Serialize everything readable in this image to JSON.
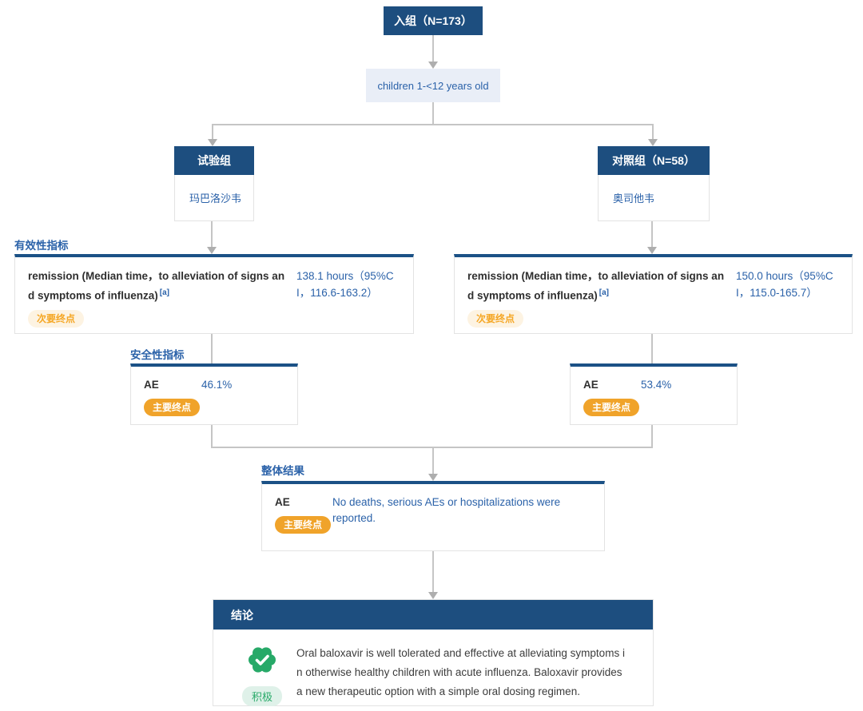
{
  "palette": {
    "navy": "#1d4e7f",
    "bar_blue": "#1b5186",
    "blue_text": "#2b62a9",
    "population_bg": "#e9eef7",
    "orange": "#f0a32a",
    "orange_soft_bg": "#fdf3e2",
    "orange_soft_text": "#f5a623",
    "green": "#27a968",
    "green_soft_bg": "#dff1e9",
    "connector_gray": "#c5c5c5"
  },
  "enrollment": {
    "label": "入组（N=173）"
  },
  "population": {
    "label": "children 1-<12 years old"
  },
  "groups": {
    "test": {
      "header": "试验组",
      "drug": "玛巴洛沙韦"
    },
    "control": {
      "header": "对照组（N=58）",
      "drug": "奥司他韦"
    }
  },
  "efficacy": {
    "section_label": "有效性指标",
    "endpoint_name": "remission (Median time，to alleviation of signs and symptoms of influenza)",
    "footnote_ref": "[a]",
    "endpoint_badge": "次要终点",
    "test_value": "138.1 hours（95%CI，116.6-163.2）",
    "control_value": "150.0 hours（95%CI，115.0-165.7）"
  },
  "safety": {
    "section_label": "安全性指标",
    "endpoint_name": "AE",
    "endpoint_badge": "主要终点",
    "test_value": "46.1%",
    "control_value": "53.4%"
  },
  "overall": {
    "section_label": "整体结果",
    "endpoint_name": "AE",
    "endpoint_badge": "主要终点",
    "value": "No deaths, serious AEs or hospitalizations were reported."
  },
  "conclusion": {
    "header": "结论",
    "sentiment_label": "积极",
    "icon": "seal-check-icon",
    "text": "Oral baloxavir is well tolerated and effective at alleviating symptoms in otherwise healthy children with acute influenza. Baloxavir provides a new therapeutic option with a simple oral dosing regimen."
  }
}
